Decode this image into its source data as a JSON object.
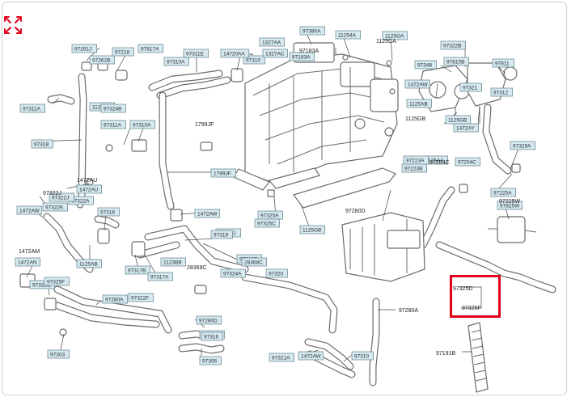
{
  "controls": {
    "expand_icon": "expand-arrows-icon",
    "accent_color": "#e2001a"
  },
  "callouts": [
    "97261J",
    "97262B",
    "97218",
    "97817A",
    "1125AA",
    "97311A",
    "97311E",
    "97310A",
    "97310",
    "14720AA",
    "1327AA",
    "97380A",
    "97183A",
    "1327AC",
    "1125GA",
    "11254A",
    "97322B",
    "97348",
    "1472AY",
    "1125AA",
    "97810B",
    "97811",
    "97312",
    "1125AB",
    "1472AW",
    "97321",
    "97318",
    "97324B",
    "97311A",
    "97310A",
    "1799JF",
    "97223A",
    "97223B",
    "97204C",
    "1125GB",
    "97225A",
    "97329A",
    "97825W",
    "1472AU",
    "97322A",
    "97322J",
    "97322K",
    "1472AW",
    "97316",
    "1472AW",
    "97310J",
    "97310P",
    "1125AB",
    "97320",
    "97325A",
    "97325C",
    "1125GB",
    "97325D",
    "97325F",
    "97280A",
    "97280D",
    "97321J",
    "1472AW",
    "1472AN",
    "97303",
    "97306",
    "97310",
    "97316",
    "97317B",
    "97317A",
    "1123BB",
    "28368C",
    "97321A",
    "97322F",
    "97319",
    "97324A"
  ],
  "plain_labels": {
    "a": "97183A",
    "b": "1125CA",
    "c": "1799JF",
    "d": "1125GB",
    "e": "97204C",
    "f": "97225W",
    "g": "97280D",
    "h": "97280A",
    "i": "97325D",
    "j": "97325F",
    "k": "97191B",
    "l": "1472AU",
    "m": "1472AM",
    "n": "28368C",
    "o": "97322J"
  }
}
